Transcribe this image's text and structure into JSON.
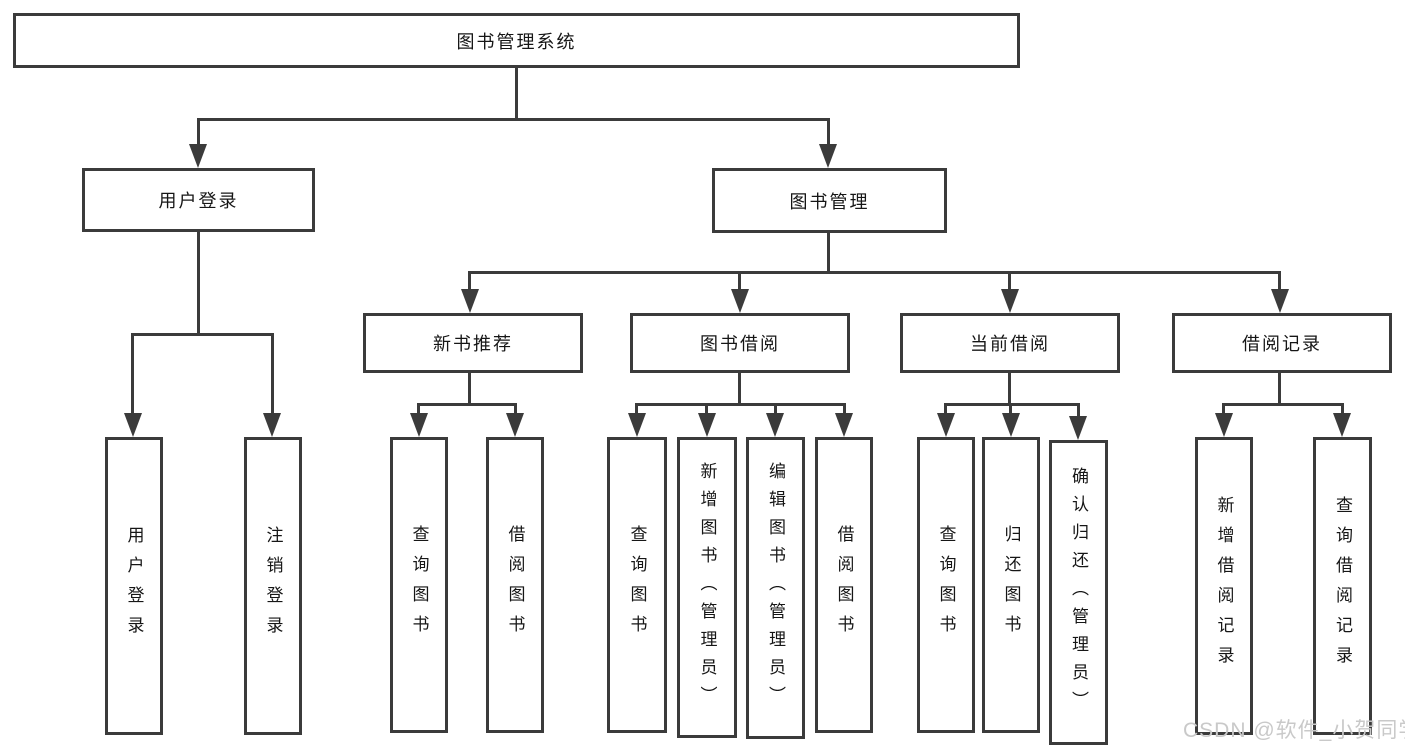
{
  "diagram_type": "hierarchy-tree",
  "tree": {
    "label": "图书管理系统",
    "children": [
      {
        "label": "用户登录",
        "children": [
          {
            "label": "用户登录"
          },
          {
            "label": "注销登录"
          }
        ]
      },
      {
        "label": "图书管理",
        "children": [
          {
            "label": "新书推荐",
            "children": [
              {
                "label": "查询图书"
              },
              {
                "label": "借阅图书"
              }
            ]
          },
          {
            "label": "图书借阅",
            "children": [
              {
                "label": "查询图书"
              },
              {
                "label": "新增图书（管理员）"
              },
              {
                "label": "编辑图书（管理员）"
              },
              {
                "label": "借阅图书"
              }
            ]
          },
          {
            "label": "当前借阅",
            "children": [
              {
                "label": "查询图书"
              },
              {
                "label": "归还图书"
              },
              {
                "label": "确认归还（管理员）"
              }
            ]
          },
          {
            "label": "借阅记录",
            "children": [
              {
                "label": "新增借阅记录"
              },
              {
                "label": "查询借阅记录"
              }
            ]
          }
        ]
      }
    ]
  },
  "watermark": {
    "text": "CSDN @软件_小贺同学",
    "color": "#c9c9c9"
  },
  "colors": {
    "background": "#ffffff",
    "line": "#3b3b3b",
    "box_border": "#3b3b3b",
    "text": "#161616"
  }
}
